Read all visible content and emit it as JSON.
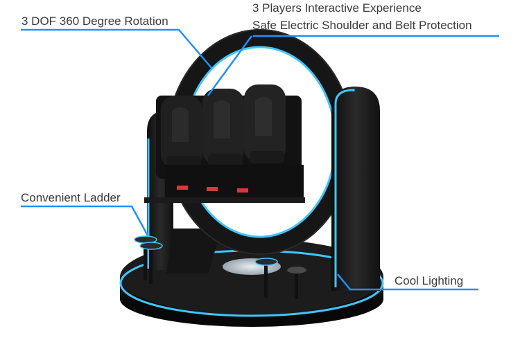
{
  "annotations": {
    "rotation": "3 DOF 360 Degree Rotation",
    "players": "3 Players Interactive Experience",
    "protection": "Safe Electric Shoulder and Belt Protection",
    "ladder": "Convenient Ladder",
    "lighting": "Cool Lighting"
  },
  "colors": {
    "accent": "#1e90ff",
    "glow": "#3fc6ff",
    "body": "#1a1a1a",
    "seat": "#222222",
    "text": "#3a3a3a",
    "indicator": "#d9363e"
  }
}
